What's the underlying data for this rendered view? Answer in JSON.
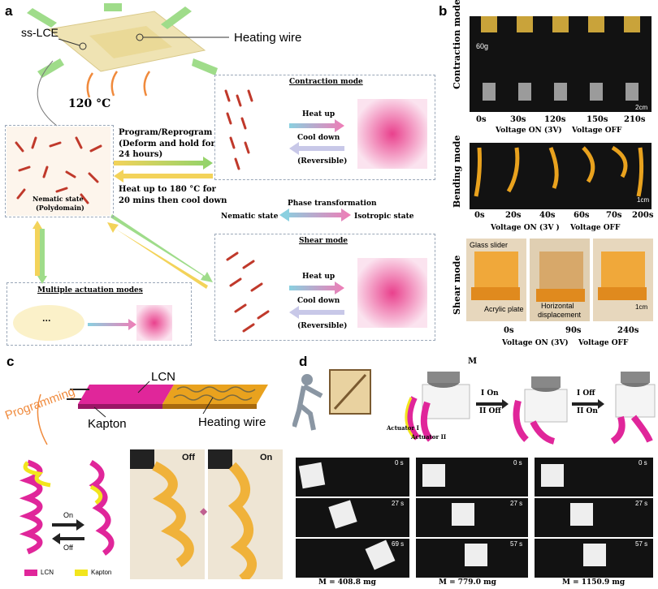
{
  "panel_a": {
    "label": "a",
    "ss_lce": "ss-LCE",
    "heating_wire": "Heating wire",
    "temp": "120 °C",
    "program_text": [
      "Program/Reprogram",
      "(Deform and hold for",
      "24 hours)"
    ],
    "heat_text": [
      "Heat up to 180 °C for",
      "20 mins then cool down"
    ],
    "nematic_state": [
      "Nematic state",
      "(Polydomain)"
    ],
    "multiple_modes": "Multiple actuation modes",
    "dots": "...",
    "contraction_title": "Contraction mode",
    "shear_title": "Shear mode",
    "heat_up": "Heat up",
    "cool_down": "Cool down",
    "reversible": "(Reversible)",
    "phase_transformation": "Phase transformation",
    "nematic": "Nematic state",
    "isotropic": "Isotropic state"
  },
  "panel_b": {
    "label": "b",
    "contraction": {
      "side": "Contraction mode",
      "weight": "60g",
      "scale": "2cm",
      "times": [
        "0s",
        "30s",
        "120s",
        "150s",
        "210s"
      ],
      "on": "Voltage ON (3V)",
      "off": "Voltage OFF"
    },
    "bending": {
      "side": "Bending mode",
      "scale": "1cm",
      "times": [
        "0s",
        "20s",
        "40s",
        "60s",
        "70s",
        "200s"
      ],
      "on": "Voltage ON (3V )",
      "off": "Voltage OFF"
    },
    "shear": {
      "side": "Shear mode",
      "glass": "Glass slider",
      "acrylic": "Acrylic plate",
      "horizontal": [
        "Horizontal",
        "displacement"
      ],
      "scale": "1cm",
      "times": [
        "0s",
        "90s",
        "240s"
      ],
      "on": "Voltage ON (3V)",
      "off": "Voltage OFF"
    }
  },
  "panel_c": {
    "label": "c",
    "lcn": "LCN",
    "kapton": "Kapton",
    "heating_wire": "Heating wire",
    "programming": "Programming",
    "on": "On",
    "off": "Off",
    "legend_lcn": "LCN",
    "legend_kapton": "Kapton",
    "photo_off": "Off",
    "photo_on": "On"
  },
  "panel_d": {
    "label": "d",
    "m": "M",
    "actuator1": "Actuator I",
    "actuator2": "Actuator II",
    "step1": [
      "I On",
      "II Off"
    ],
    "step2": [
      "I Off",
      "II On"
    ],
    "col1": {
      "times": [
        "0 s",
        "27 s",
        "69 s"
      ],
      "caption": "M = 408.8 mg"
    },
    "col2": {
      "times": [
        "0 s",
        "27 s",
        "57 s"
      ],
      "caption": "M = 779.0 mg"
    },
    "col3": {
      "times": [
        "0 s",
        "27 s",
        "57 s"
      ],
      "caption": "M = 1150.9 mg"
    }
  },
  "colors": {
    "lcn_magenta": "#e0269a",
    "kapton_yellow": "#f2e51d",
    "gold": "#e9a21e",
    "green_arrow": "#8fd36b",
    "orange_arrow": "#f08a3c",
    "pink": "#f07cb6",
    "teal": "#8ad0e0"
  }
}
